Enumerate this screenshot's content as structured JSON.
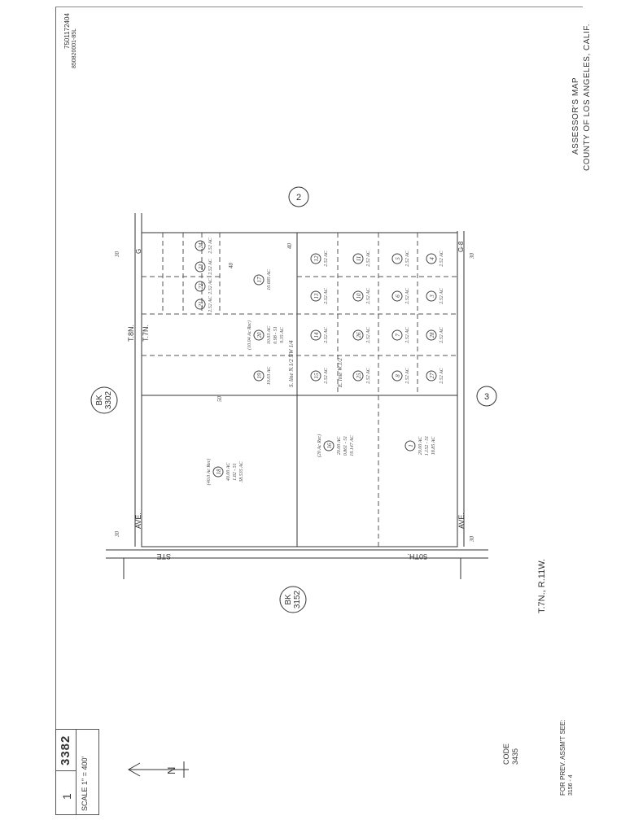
{
  "header": {
    "doc_number_top": "7501172404",
    "doc_number_bottom": "850820001-85L",
    "county_line1": "ASSESSOR'S MAP",
    "county_line2": "COUNTY OF LOS ANGELES, CALIF."
  },
  "title_block": {
    "map_number": "3382",
    "sheet": "1",
    "scale": "SCALE 1\" = 400'"
  },
  "footer": {
    "code_label": "CODE",
    "code_value": "3435",
    "prev_assmt_label": "FOR PREV. ASSM'T SEE:",
    "prev_assmt_value": "3156 - 4",
    "township": "T.7N., R.11W."
  },
  "map": {
    "page_circles": [
      "2",
      "3"
    ],
    "book_refs": [
      {
        "label": "BK",
        "number": "3302"
      },
      {
        "label": "BK",
        "number": "3152"
      }
    ],
    "township_labels": [
      "T.8N.",
      "T.7N."
    ],
    "streets": {
      "top": "50TH.",
      "top_suffix": "STE",
      "left": "AVE.",
      "left_sub": "G",
      "right": "AVE.",
      "right_sub": "G-8"
    },
    "dims": [
      "30",
      "30",
      "30",
      "30",
      "40",
      "40",
      "50"
    ],
    "large_parcels": [
      {
        "number": "18",
        "area": "(40.0 Ac Rec)",
        "sub1": "40.00 AC",
        "sub2": "1.82 - 51",
        "sub3": "38.535 AC"
      },
      {
        "number": "16",
        "area": "(20 Ac Rec)",
        "sub1": "20.00 AC",
        "sub2": "0.861 - 51",
        "sub3": "19.147 AC"
      },
      {
        "number": "1",
        "area": "",
        "sub1": "20.00 AC",
        "sub2": "1.152 - 51",
        "sub3": "18.85 AC"
      },
      {
        "number": "20",
        "area": "(10.04 Ac Rec)",
        "sub1": "10.03 AC",
        "sub2": "0.98 - 51",
        "sub3": "9.35 AC"
      },
      {
        "number": "17",
        "area": "",
        "sub1": "10.685 AC",
        "sub2": "",
        "sub3": ""
      }
    ],
    "small_parcels": [
      {
        "number": "19",
        "area": "10.03 AC"
      },
      {
        "number": "15",
        "area": "2.52 AC"
      },
      {
        "number": "14",
        "area": "2.52 AC"
      },
      {
        "number": "13",
        "area": "2.52 AC"
      },
      {
        "number": "12",
        "area": "2.52 AC"
      },
      {
        "number": "25",
        "area": "2.52 AC"
      },
      {
        "number": "26",
        "area": "2.52 AC"
      },
      {
        "number": "10",
        "area": "2.52 AC"
      },
      {
        "number": "11",
        "area": "2.52 AC"
      },
      {
        "number": "8",
        "area": "2.52 AC"
      },
      {
        "number": "7",
        "area": "2.52 AC"
      },
      {
        "number": "6",
        "area": "2.52 AC"
      },
      {
        "number": "5",
        "area": "2.52 AC"
      },
      {
        "number": "27",
        "area": "2.52 AC"
      },
      {
        "number": "28",
        "area": "2.52 AC"
      },
      {
        "number": "3",
        "area": "2.52 AC"
      },
      {
        "number": "4",
        "area": "2.52 AC"
      },
      {
        "number": "21",
        "area": "2.52 AC"
      },
      {
        "number": "22",
        "area": "2.52 AC"
      },
      {
        "number": "23",
        "area": "2.52 AC"
      },
      {
        "number": "24",
        "area": "2.52 AC"
      }
    ],
    "lot_lines": [
      "S. line N.1/2 NW 1/4",
      "E. line W.1/2"
    ]
  }
}
